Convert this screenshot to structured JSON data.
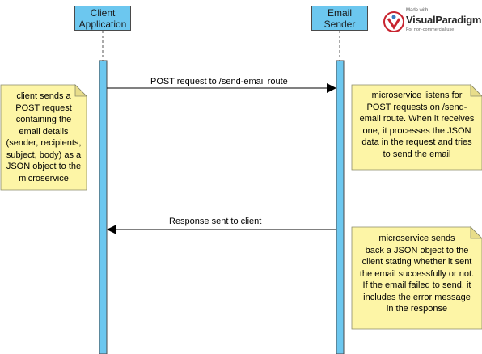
{
  "participants": [
    {
      "id": "client",
      "label": "Client\nApplication"
    },
    {
      "id": "sender",
      "label": "Email\nSender"
    }
  ],
  "messages": [
    {
      "label": "POST request to /send-email route",
      "from": "client",
      "to": "sender"
    },
    {
      "label": "Response sent to client",
      "from": "sender",
      "to": "client"
    }
  ],
  "notes": [
    {
      "id": "client-note",
      "text": "client sends a\nPOST request\ncontaining the\nemail details\n(sender, recipients,\nsubject, body) as a\nJSON object to the\nmicroservice"
    },
    {
      "id": "listen-note",
      "text": "microservice listens for\nPOST requests on /send-\nemail route. When it receives\none, it processes the JSON\ndata in the request and tries\nto send the email"
    },
    {
      "id": "response-note",
      "text": "microservice sends\nback a JSON object to the\nclient stating whether it sent\nthe email successfully or not.\nIf the email failed to send, it\nincludes the error message\nin the response"
    }
  ],
  "watermark": {
    "made_with": "Made with",
    "brand": "VisualParadigm",
    "sub": "For non-commercial use"
  },
  "colors": {
    "participant_fill": "#6cc7ef",
    "lifeline": "#6cc7ef",
    "note_fill": "#fdf5a6",
    "note_fold": "#e8dd8a"
  }
}
